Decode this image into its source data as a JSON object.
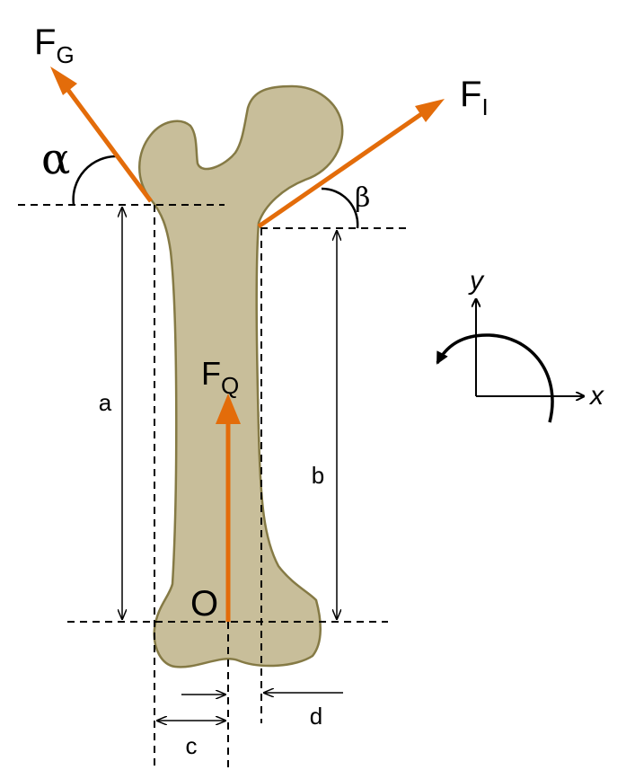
{
  "forces": {
    "fg": {
      "main": "F",
      "sub": "G"
    },
    "fi": {
      "main": "F",
      "sub": "I"
    },
    "fq": {
      "main": "F",
      "sub": "Q"
    }
  },
  "angles": {
    "alpha": "α",
    "beta": "β"
  },
  "point_o": "O",
  "dimensions": {
    "a": "a",
    "b": "b",
    "c": "c",
    "d": "d"
  },
  "axes": {
    "y": "y",
    "x": "x"
  },
  "colors": {
    "force": "#E36C0A",
    "bone_fill": "#C8BE9A",
    "bone_stroke": "#857A45",
    "line": "#000000"
  }
}
